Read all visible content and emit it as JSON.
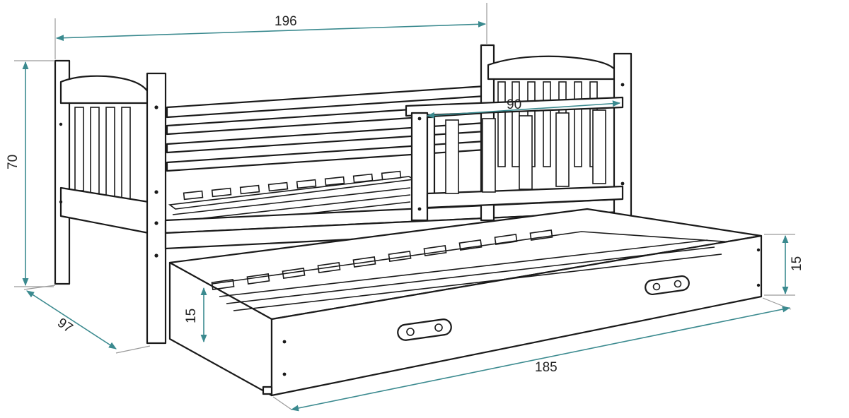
{
  "dimensions": {
    "length_total": "196",
    "height": "70",
    "depth": "97",
    "rail_length": "90",
    "drawer_length": "185",
    "drawer_height_front": "15",
    "drawer_height_side": "15"
  },
  "colors": {
    "line": "#1a1a1a",
    "dimension": "#3b8a8f",
    "background": "#ffffff"
  }
}
